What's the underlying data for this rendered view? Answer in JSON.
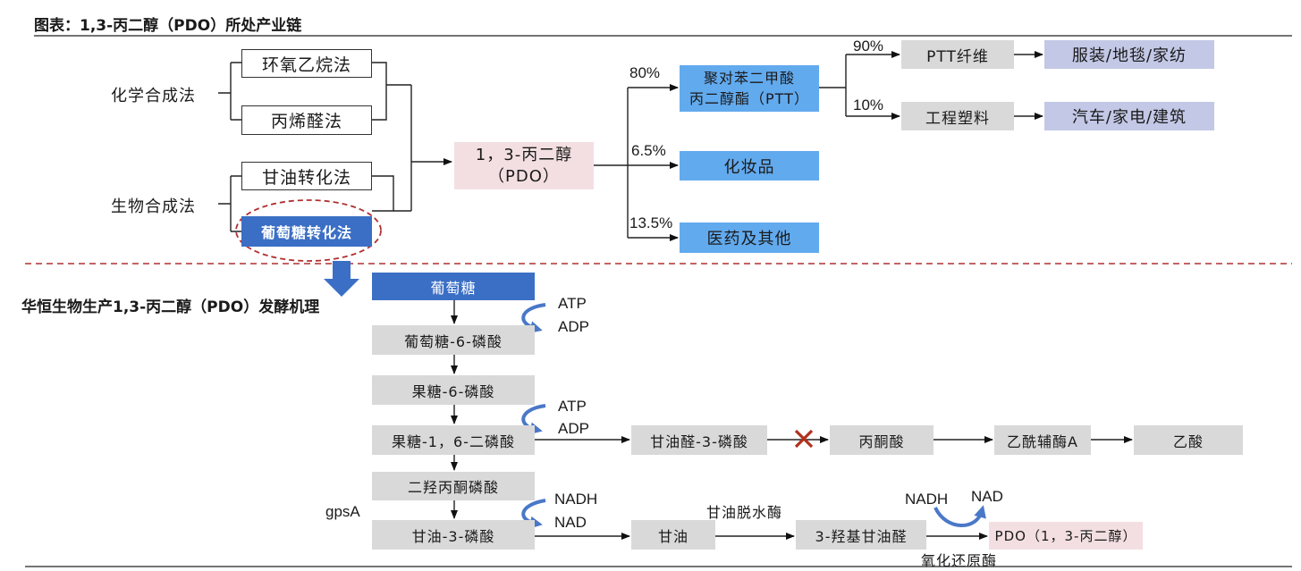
{
  "title": "图表：1,3-丙二醇（PDO）所处产业链",
  "upper": {
    "chemical_synthesis": "化学合成法",
    "bio_synthesis": "生物合成法",
    "methods": {
      "ethylene_oxide": "环氧乙烷法",
      "acrolein": "丙烯醛法",
      "glycerol": "甘油转化法",
      "glucose": "葡萄糖转化法"
    },
    "pdo_line1": "1，3-丙二醇",
    "pdo_line2": "（PDO）",
    "ptt_line1": "聚对苯二甲酸",
    "ptt_line2": "丙二醇酯（PTT）",
    "cosmetics": "化妆品",
    "medicine": "医药及其他",
    "ptt_fiber": "PTT纤维",
    "eng_plastic": "工程塑料",
    "apparel": "服装/地毯/家纺",
    "auto": "汽车/家电/建筑",
    "pct_80": "80%",
    "pct_6_5": "6.5%",
    "pct_13_5": "13.5%",
    "pct_90": "90%",
    "pct_10": "10%"
  },
  "lower": {
    "section_title": "华恒生物生产1,3-丙二醇（PDO）发酵机理",
    "glucose": "葡萄糖",
    "g6p": "葡萄糖-6-磷酸",
    "f6p": "果糖-6-磷酸",
    "fbp": "果糖-1，6-二磷酸",
    "dhap": "二羟丙酮磷酸",
    "g3p": "甘油-3-磷酸",
    "gap": "甘油醛-3-磷酸",
    "pyruvate": "丙酮酸",
    "acetyl_coa": "乙酰辅酶A",
    "acetate": "乙酸",
    "glycerol": "甘油",
    "hpa": "3-羟基甘油醛",
    "pdo": "PDO（1，3-丙二醇）",
    "atp1": "ATP",
    "adp1": "ADP",
    "atp2": "ATP",
    "adp2": "ADP",
    "nadh1": "NADH",
    "nad1": "NAD",
    "nadh2": "NADH",
    "nad2": "NAD",
    "gpsA": "gpsA",
    "dehydratase": "甘油脱水酶",
    "oxidoreductase": "氧化还原酶"
  },
  "colors": {
    "pdo_fill": "#f3dfe2",
    "blue_fill": "#62aaee",
    "lavender_fill": "#c3c8e6",
    "grey_fill": "#d9d9d9",
    "highlight_fill": "#3b6fc5",
    "dashed_red": "#b03030",
    "curved_arrow": "#4a78c8",
    "cross": "#b0301c"
  }
}
